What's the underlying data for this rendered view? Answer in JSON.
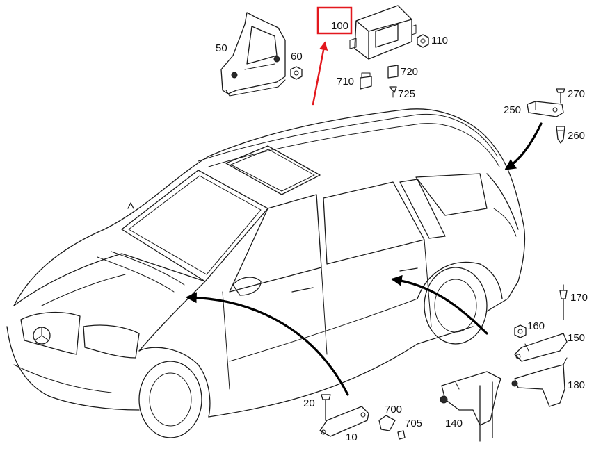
{
  "diagram": {
    "highlight_color": "#e3181e",
    "line_color": "#1a1a1a",
    "background": "#ffffff",
    "callouts": {
      "c10": "10",
      "c20": "20",
      "c50": "50",
      "c60": "60",
      "c100": "100",
      "c110": "110",
      "c140": "140",
      "c150": "150",
      "c160": "160",
      "c170": "170",
      "c180": "180",
      "c250": "250",
      "c260": "260",
      "c270": "270",
      "c700": "700",
      "c705": "705",
      "c710": "710",
      "c720": "720",
      "c725": "725"
    },
    "highlighted_part": "100"
  }
}
